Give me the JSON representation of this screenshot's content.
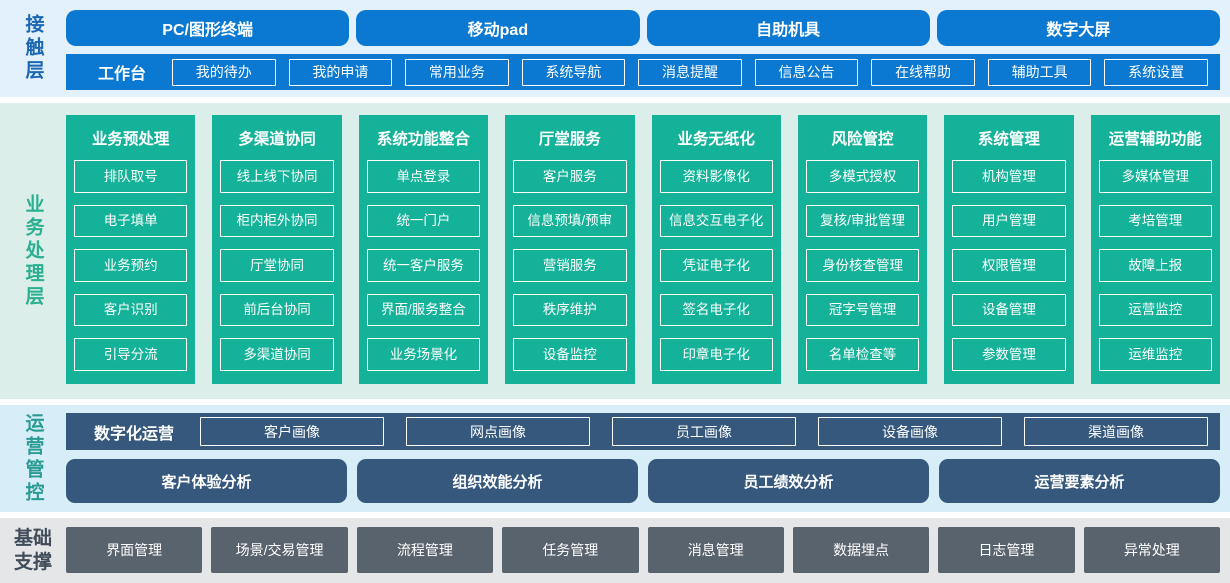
{
  "colors": {
    "blue": "#0b79d2",
    "contact-band": "#e3f1fc",
    "contact-label": "#1b67b2",
    "green": "#14b299",
    "business-band": "#dceee9",
    "business-label": "#2aaf91",
    "slate": "#35587c",
    "ops-band": "#d7edf7",
    "ops-label": "#2a9b93",
    "gray": "#59636d",
    "foundation-band": "#e4e6e8",
    "foundation-label": "#404c59"
  },
  "contact_layer": {
    "label": "接触层",
    "terminals": [
      "PC/图形终端",
      "移动pad",
      "自助机具",
      "数字大屏"
    ],
    "workbench": {
      "label": "工作台",
      "items": [
        "我的待办",
        "我的申请",
        "常用业务",
        "系统导航",
        "消息提醒",
        "信息公告",
        "在线帮助",
        "辅助工具",
        "系统设置"
      ]
    }
  },
  "business_layer": {
    "label": "业务处理层",
    "columns": [
      {
        "title": "业务预处理",
        "items": [
          "排队取号",
          "电子填单",
          "业务预约",
          "客户识别",
          "引导分流"
        ]
      },
      {
        "title": "多渠道协同",
        "items": [
          "线上线下协同",
          "柜内柜外协同",
          "厅堂协同",
          "前后台协同",
          "多渠道协同"
        ]
      },
      {
        "title": "系统功能整合",
        "items": [
          "单点登录",
          "统一门户",
          "统一客户服务",
          "界面/服务整合",
          "业务场景化"
        ]
      },
      {
        "title": "厅堂服务",
        "items": [
          "客户服务",
          "信息预填/预审",
          "营销服务",
          "秩序维护",
          "设备监控"
        ]
      },
      {
        "title": "业务无纸化",
        "items": [
          "资料影像化",
          "信息交互电子化",
          "凭证电子化",
          "签名电子化",
          "印章电子化"
        ]
      },
      {
        "title": "风险管控",
        "items": [
          "多模式授权",
          "复核/审批管理",
          "身份核查管理",
          "冠字号管理",
          "名单检查等"
        ]
      },
      {
        "title": "系统管理",
        "items": [
          "机构管理",
          "用户管理",
          "权限管理",
          "设备管理",
          "参数管理"
        ]
      },
      {
        "title": "运营辅助功能",
        "items": [
          "多媒体管理",
          "考培管理",
          "故障上报",
          "运营监控",
          "运维监控"
        ]
      }
    ]
  },
  "operation_layer": {
    "label": "运营管控",
    "digital_ops": {
      "label": "数字化运营",
      "items": [
        "客户画像",
        "网点画像",
        "员工画像",
        "设备画像",
        "渠道画像"
      ]
    },
    "analysis": [
      "客户体验分析",
      "组织效能分析",
      "员工绩效分析",
      "运营要素分析"
    ]
  },
  "foundation_layer": {
    "label": "基础支撑",
    "items": [
      "界面管理",
      "场景/交易管理",
      "流程管理",
      "任务管理",
      "消息管理",
      "数据埋点",
      "日志管理",
      "异常处理"
    ]
  }
}
